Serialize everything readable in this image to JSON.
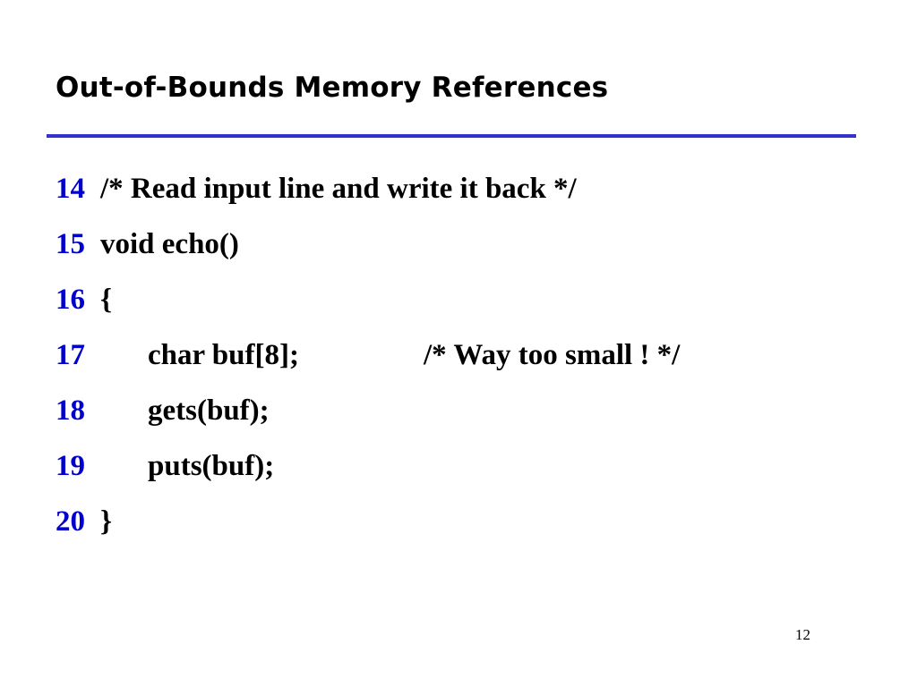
{
  "slide": {
    "title": "Out-of-Bounds Memory References",
    "page_number": "12"
  },
  "code": {
    "lines": [
      {
        "num": "14",
        "text": "/* Read input line and write it back */",
        "comment": ""
      },
      {
        "num": "15",
        "text": "void echo()",
        "comment": ""
      },
      {
        "num": "16",
        "text": "{",
        "comment": ""
      },
      {
        "num": "17",
        "text": "char buf[8];",
        "comment": "/* Way too small ! */"
      },
      {
        "num": "18",
        "text": "gets(buf);",
        "comment": ""
      },
      {
        "num": "19",
        "text": "puts(buf);",
        "comment": ""
      },
      {
        "num": "20",
        "text": "}",
        "comment": ""
      }
    ]
  },
  "colors": {
    "line_numbers": "#0000cc",
    "title_rule": "#3333cc"
  }
}
